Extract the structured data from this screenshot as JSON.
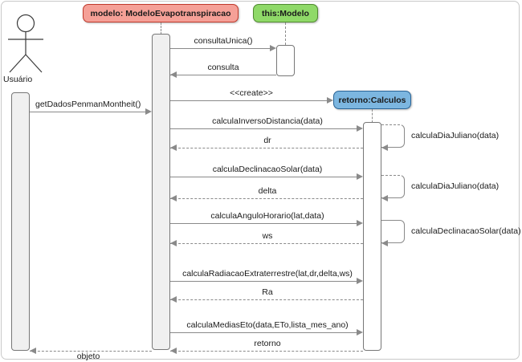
{
  "diagram": {
    "type": "uml-sequence-diagram",
    "title": ""
  },
  "actor": {
    "name": "Usuário",
    "icon": "stick-figure-actor-icon"
  },
  "lifelines": [
    {
      "id": "usuario",
      "label": "Usuário",
      "style": "actor"
    },
    {
      "id": "modelo",
      "label": "modelo: ModeloEvapotranspiracao",
      "color": "#f5a097",
      "border": "#c0392b"
    },
    {
      "id": "this",
      "label": "this:Modelo",
      "color": "#8fd968",
      "border": "#4f8a2f"
    },
    {
      "id": "calculos",
      "label": "retorno:Calculos",
      "color": "#7cb6e0",
      "border": "#2a6496"
    }
  ],
  "messages": [
    {
      "id": "m1",
      "label": "consultaUnica()",
      "from": "modelo",
      "to": "this",
      "kind": "call",
      "line": "solid"
    },
    {
      "id": "m2",
      "label": "consulta",
      "from": "this",
      "to": "modelo",
      "kind": "return",
      "line": "solid"
    },
    {
      "id": "m3",
      "label": "<<create>>",
      "from": "modelo",
      "to": "calculos",
      "kind": "create",
      "line": "solid"
    },
    {
      "id": "m4",
      "label": "getDadosPenmanMontheit()",
      "from": "usuario",
      "to": "modelo",
      "kind": "call",
      "line": "solid"
    },
    {
      "id": "m5",
      "label": "calculaInversoDistancia(data)",
      "from": "modelo",
      "to": "calculos",
      "kind": "call",
      "line": "solid"
    },
    {
      "id": "s1",
      "label": "calculaDiaJuliano(data)",
      "from": "calculos",
      "to": "calculos",
      "kind": "self",
      "line": "top-dashed"
    },
    {
      "id": "m6",
      "label": "dr",
      "from": "calculos",
      "to": "modelo",
      "kind": "return",
      "line": "dashed"
    },
    {
      "id": "m7",
      "label": "calculaDeclinacaoSolar(data)",
      "from": "modelo",
      "to": "calculos",
      "kind": "call",
      "line": "solid"
    },
    {
      "id": "s2",
      "label": "calculaDiaJuliano(data)",
      "from": "calculos",
      "to": "calculos",
      "kind": "self",
      "line": "top-dashed"
    },
    {
      "id": "m8",
      "label": "delta",
      "from": "calculos",
      "to": "modelo",
      "kind": "return",
      "line": "dashed"
    },
    {
      "id": "m9",
      "label": "calculaAnguloHorario(lat,data)",
      "from": "modelo",
      "to": "calculos",
      "kind": "call",
      "line": "solid"
    },
    {
      "id": "s3",
      "label": "calculaDeclinacaoSolar(data)",
      "from": "calculos",
      "to": "calculos",
      "kind": "self",
      "line": "all-solid"
    },
    {
      "id": "m10",
      "label": "ws",
      "from": "calculos",
      "to": "modelo",
      "kind": "return",
      "line": "dashed"
    },
    {
      "id": "m11",
      "label": "calculaRadiacaoExtraterrestre(lat,dr,delta,ws)",
      "from": "modelo",
      "to": "calculos",
      "kind": "call",
      "line": "solid"
    },
    {
      "id": "m12",
      "label": "Ra",
      "from": "calculos",
      "to": "modelo",
      "kind": "return",
      "line": "dashed"
    },
    {
      "id": "m13",
      "label": "calculaMediasEto(data,ETo,lista_mes_ano)",
      "from": "modelo",
      "to": "calculos",
      "kind": "call",
      "line": "solid"
    },
    {
      "id": "m14",
      "label": "retorno",
      "from": "calculos",
      "to": "modelo",
      "kind": "return",
      "line": "dashed"
    },
    {
      "id": "m15",
      "label": "objeto",
      "from": "modelo",
      "to": "usuario",
      "kind": "return",
      "line": "dashed"
    }
  ],
  "colors": {
    "line": "#8a8a8a",
    "activation_fill": "#f0f0f0",
    "frame_border": "#c9c9c9",
    "text": "#1a1a1a"
  }
}
